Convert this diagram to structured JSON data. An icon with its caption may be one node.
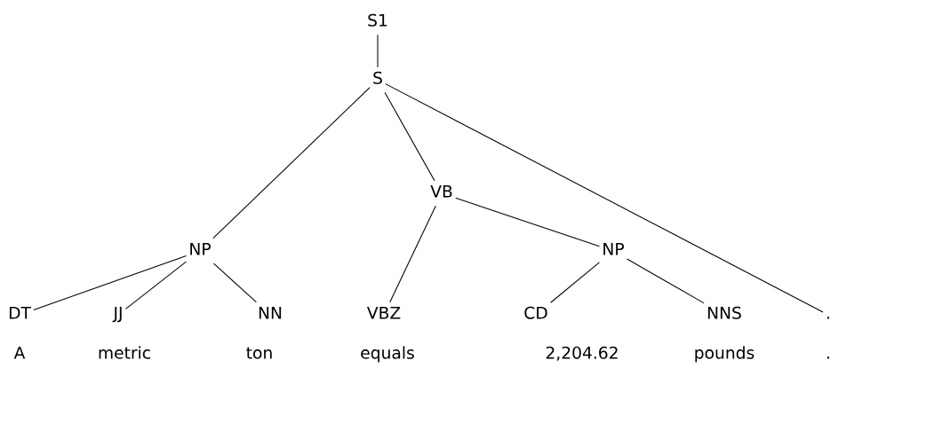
{
  "diagram": {
    "nodes": [
      {
        "text": [
          "S1"
        ]
      },
      {
        "text": [
          "S"
        ]
      },
      {
        "text": [
          "NP"
        ]
      },
      {
        "text": [
          "VB"
        ]
      },
      {
        "text": [
          "NP"
        ]
      },
      {
        "text": [
          "DT"
        ]
      },
      {
        "text": [
          "JJ"
        ]
      },
      {
        "text": [
          "NN"
        ]
      },
      {
        "text": [
          "VBZ"
        ]
      },
      {
        "text": [
          "CD"
        ]
      },
      {
        "text": [
          "NNS"
        ]
      },
      {
        "text": [
          "."
        ]
      }
    ],
    "edges": [
      {
        "from": 0,
        "to": 1,
        "arrow": "none"
      },
      {
        "from": 1,
        "to": 2,
        "arrow": "none"
      },
      {
        "from": 1,
        "to": 3,
        "arrow": "none"
      },
      {
        "from": 1,
        "to": 11,
        "arrow": "none"
      },
      {
        "from": 3,
        "to": 8,
        "arrow": "none"
      },
      {
        "from": 3,
        "to": 4,
        "arrow": "none"
      },
      {
        "from": 2,
        "to": 5,
        "arrow": "none"
      },
      {
        "from": 2,
        "to": 6,
        "arrow": "none"
      },
      {
        "from": 2,
        "to": 7,
        "arrow": "none"
      },
      {
        "from": 4,
        "to": 9,
        "arrow": "none"
      },
      {
        "from": 4,
        "to": 10,
        "arrow": "none"
      }
    ],
    "labels": [
      "A",
      "metric",
      "ton",
      "equals",
      "2,204.62",
      "pounds",
      "."
    ]
  }
}
